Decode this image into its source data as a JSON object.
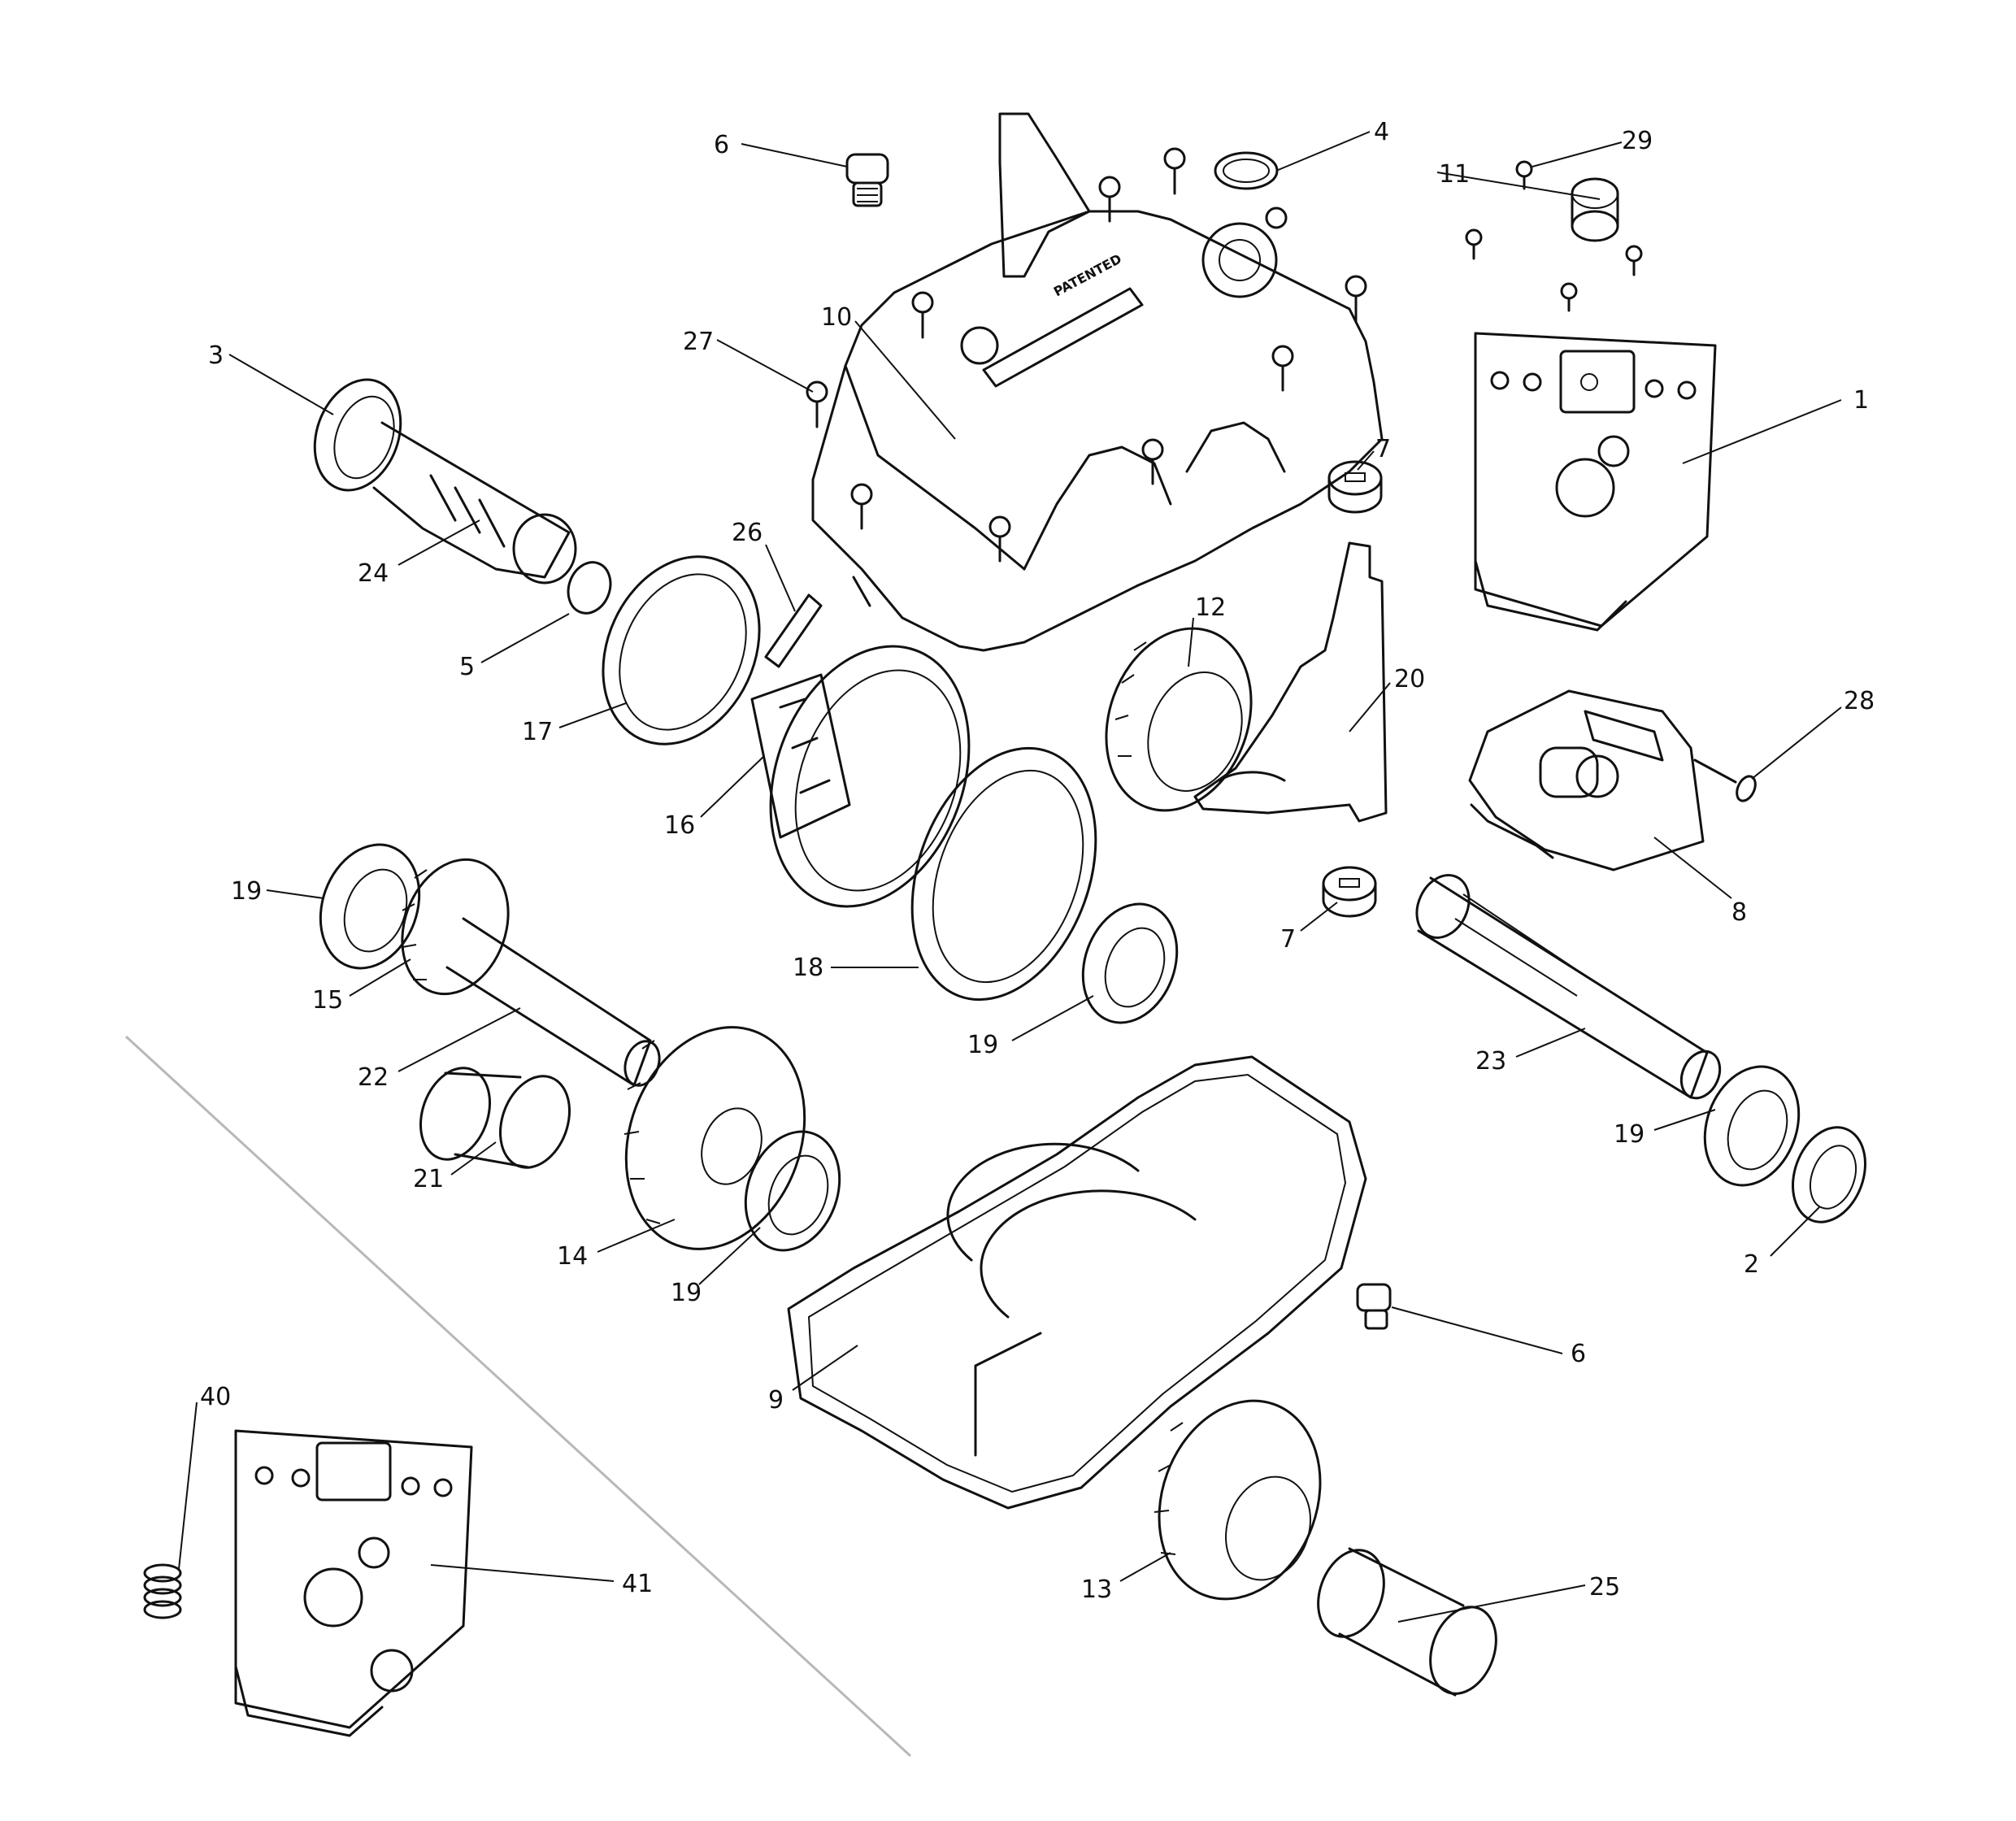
{
  "colors": {
    "line": "#111111",
    "divider": "#b8b8b8",
    "background": "#ffffff"
  },
  "housing_stamp": "PATENTED",
  "callouts": [
    {
      "id": "c1",
      "label": "1"
    },
    {
      "id": "c2",
      "label": "2"
    },
    {
      "id": "c3",
      "label": "3"
    },
    {
      "id": "c4",
      "label": "4"
    },
    {
      "id": "c5",
      "label": "5"
    },
    {
      "id": "c6a",
      "label": "6"
    },
    {
      "id": "c6b",
      "label": "6"
    },
    {
      "id": "c7a",
      "label": "7"
    },
    {
      "id": "c7b",
      "label": "7"
    },
    {
      "id": "c8",
      "label": "8"
    },
    {
      "id": "c9",
      "label": "9"
    },
    {
      "id": "c10",
      "label": "10"
    },
    {
      "id": "c11",
      "label": "11"
    },
    {
      "id": "c12",
      "label": "12"
    },
    {
      "id": "c13",
      "label": "13"
    },
    {
      "id": "c14",
      "label": "14"
    },
    {
      "id": "c15",
      "label": "15"
    },
    {
      "id": "c16",
      "label": "16"
    },
    {
      "id": "c17",
      "label": "17"
    },
    {
      "id": "c18",
      "label": "18"
    },
    {
      "id": "c19a",
      "label": "19"
    },
    {
      "id": "c19b",
      "label": "19"
    },
    {
      "id": "c19c",
      "label": "19"
    },
    {
      "id": "c19d",
      "label": "19"
    },
    {
      "id": "c20",
      "label": "20"
    },
    {
      "id": "c21",
      "label": "21"
    },
    {
      "id": "c22",
      "label": "22"
    },
    {
      "id": "c23",
      "label": "23"
    },
    {
      "id": "c24",
      "label": "24"
    },
    {
      "id": "c25",
      "label": "25"
    },
    {
      "id": "c26",
      "label": "26"
    },
    {
      "id": "c27",
      "label": "27"
    },
    {
      "id": "c28",
      "label": "28"
    },
    {
      "id": "c29",
      "label": "29"
    },
    {
      "id": "c40",
      "label": "40"
    },
    {
      "id": "c41",
      "label": "41"
    }
  ]
}
